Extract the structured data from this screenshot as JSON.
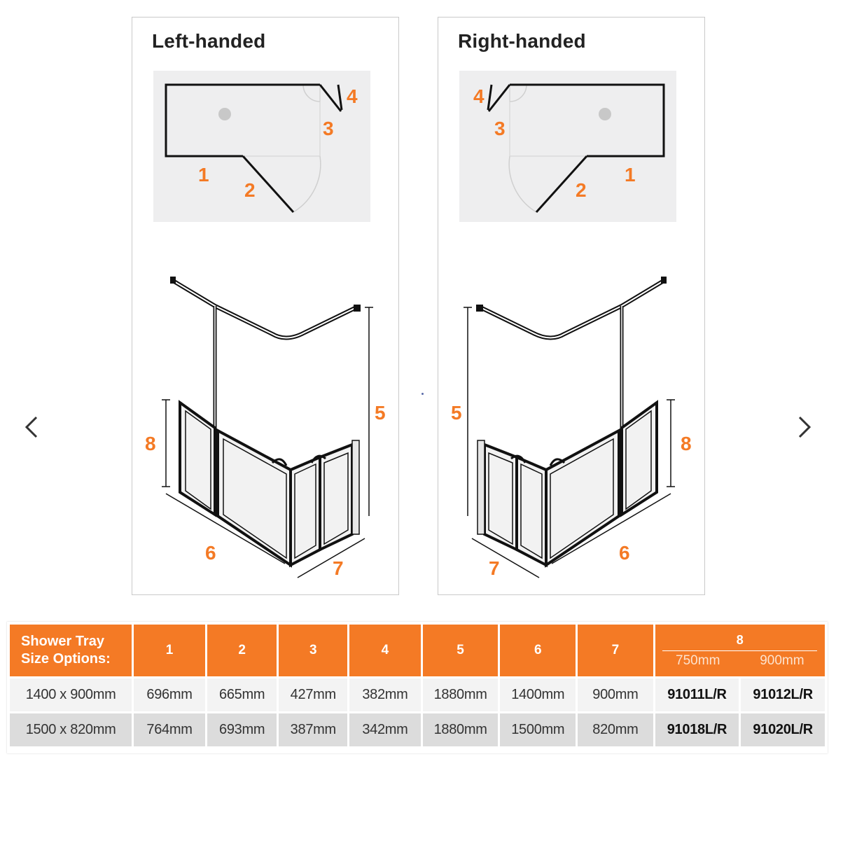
{
  "panels": {
    "left": {
      "title": "Left-handed"
    },
    "right": {
      "title": "Right-handed"
    }
  },
  "diagram_labels": {
    "n1": "1",
    "n2": "2",
    "n3": "3",
    "n4": "4",
    "n5": "5",
    "n6": "6",
    "n7": "7",
    "n8": "8"
  },
  "navigation": {
    "prev": "previous-arrow",
    "next": "next-arrow"
  },
  "table": {
    "header_line1": "Shower Tray",
    "header_line2": "Size Options:",
    "columns": [
      "1",
      "2",
      "3",
      "4",
      "5",
      "6",
      "7"
    ],
    "col8": {
      "label": "8",
      "sub1": "750mm",
      "sub2": "900mm"
    },
    "rows": [
      {
        "size": "1400 x 900mm",
        "c1": "696mm",
        "c2": "665mm",
        "c3": "427mm",
        "c4": "382mm",
        "c5": "1880mm",
        "c6": "1400mm",
        "c7": "900mm",
        "code750": "91011L/R",
        "code900": "91012L/R"
      },
      {
        "size": "1500 x 820mm",
        "c1": "764mm",
        "c2": "693mm",
        "c3": "387mm",
        "c4": "342mm",
        "c5": "1880mm",
        "c6": "1500mm",
        "c7": "820mm",
        "code750": "91018L/R",
        "code900": "91020L/R"
      }
    ]
  },
  "colors": {
    "accent": "#f47a25",
    "row1": "#f3f3f3",
    "row2": "#dcdcdc"
  }
}
